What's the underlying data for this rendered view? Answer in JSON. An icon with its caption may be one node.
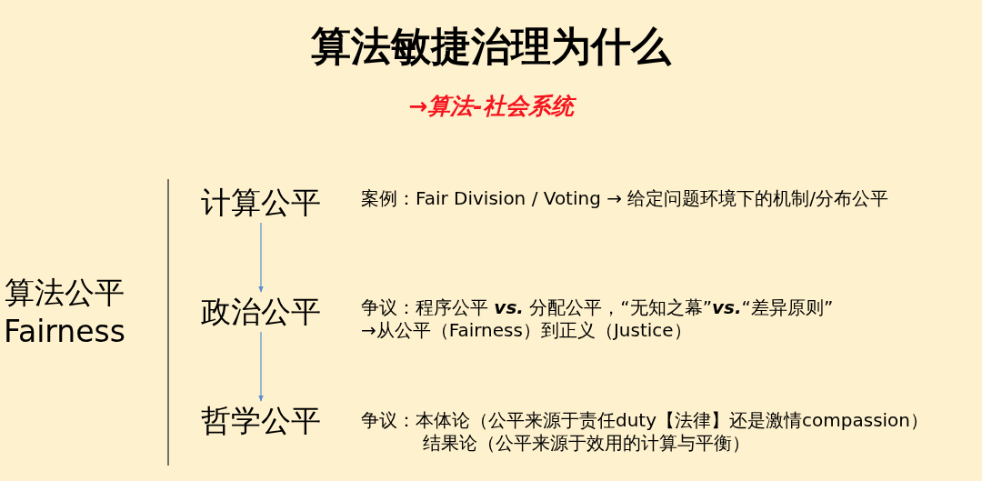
{
  "diagram": {
    "title": "算法敏捷治理为什么",
    "nodes": [
      {
        "text": [
          "算法公平",
          "Fairness"
        ]
      },
      {
        "text": [
          "计算公平"
        ],
        "beside": [
          "案例：Fair Division / Voting → 给定问题环境下的机制/分布公平"
        ]
      },
      {
        "text": [
          "政治公平"
        ],
        "beside": [
          "争议：程序公平 **vs.** 分配公平，“无知之幕”**vs.**“差异原则”",
          "→从公平（Fairness）到正义（Justice）"
        ]
      },
      {
        "text": [
          "哲学公平"
        ],
        "beside": [
          "争议：本体论（公平来源于责任duty【法律】还是激情compassion）",
          "结果论（公平来源于效用的计算与平衡）"
        ]
      }
    ],
    "edges": [
      {
        "from": 1,
        "to": 2,
        "arrow": "to"
      },
      {
        "from": 2,
        "to": 3,
        "arrow": "to"
      }
    ],
    "labels": [
      "→算法-社会系统"
    ]
  }
}
